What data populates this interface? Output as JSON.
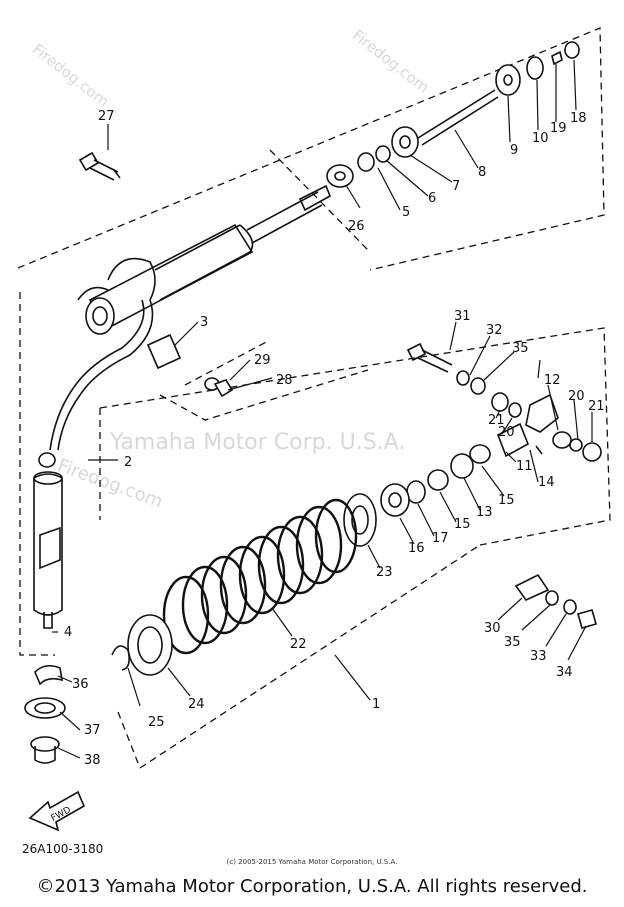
{
  "watermarks": {
    "firedog": "Firedog.com",
    "yamaha": "Yamaha Motor Corp. U.S.A."
  },
  "part_numbers": {
    "p1": "1",
    "p2": "2",
    "p3": "3",
    "p4": "4",
    "p5": "5",
    "p6": "6",
    "p7": "7",
    "p8": "8",
    "p9": "9",
    "p10": "10",
    "p11": "11",
    "p12": "12",
    "p13": "13",
    "p14": "14",
    "p15a": "15",
    "p15b": "15",
    "p16": "16",
    "p17": "17",
    "p18": "18",
    "p19": "19",
    "p20a": "20",
    "p20b": "20",
    "p21a": "21",
    "p21b": "21",
    "p22": "22",
    "p23": "23",
    "p24": "24",
    "p25": "25",
    "p26": "26",
    "p27": "27",
    "p28": "28",
    "p29": "29",
    "p30": "30",
    "p31": "31",
    "p32": "32",
    "p33": "33",
    "p34": "34",
    "p35a": "35",
    "p35b": "35",
    "p36": "36",
    "p37": "37",
    "p38": "38"
  },
  "fwd_label": "FWD",
  "diagram_code": "26A100-3180",
  "small_copyright": "(c) 2005-2015 Yamaha Motor Corporation, U.S.A.",
  "copyright": "©2013 Yamaha Motor Corporation, U.S.A. All rights reserved."
}
